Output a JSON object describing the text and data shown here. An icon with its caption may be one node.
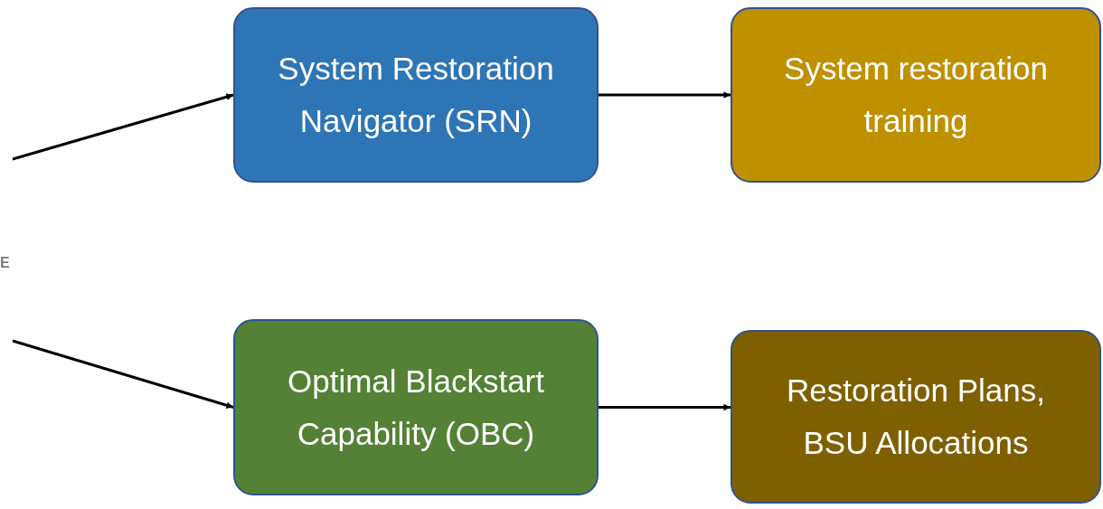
{
  "diagram": {
    "nodes": [
      {
        "text": [
          "System Restoration Navigator (SRN)"
        ]
      },
      {
        "text": [
          "System restoration training"
        ]
      },
      {
        "text": [
          "Optimal Blackstart Capability (OBC)"
        ]
      },
      {
        "text": [
          "Restoration Plans, BSU Allocations"
        ]
      }
    ],
    "edges": [
      {
        "from": null,
        "to": 0,
        "arrow": "to"
      },
      {
        "from": 0,
        "to": 1,
        "arrow": "to"
      },
      {
        "from": null,
        "to": 2,
        "arrow": "to"
      },
      {
        "from": 2,
        "to": 3,
        "arrow": "to"
      }
    ],
    "labels": [
      "E"
    ]
  }
}
